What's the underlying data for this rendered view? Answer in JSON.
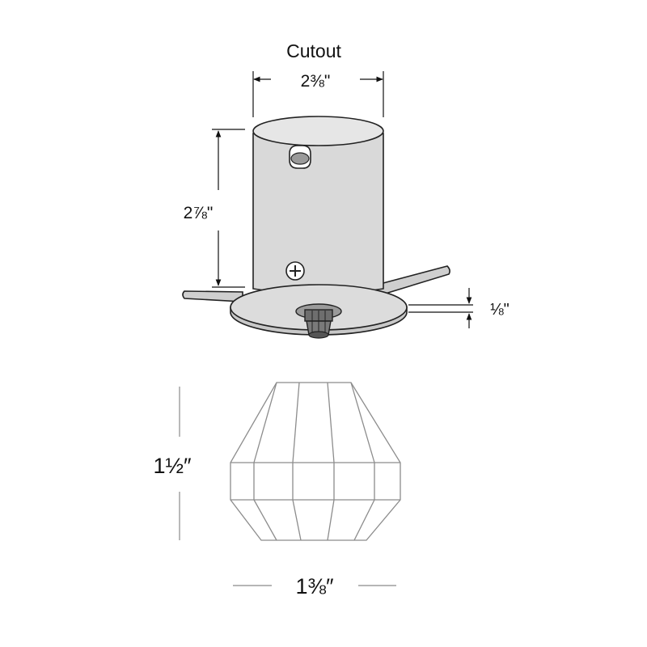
{
  "colors": {
    "housing_fill": "#d9d9d9",
    "housing_top": "#e6e6e6",
    "outline": "#222222",
    "shade_line": "#8c8c8c",
    "dimension_line": "#111111"
  },
  "housing": {
    "cutout_label": "Cutout",
    "cutout_width": "2⅜\"",
    "height": "2⅞\"",
    "flange_thickness": "⅛\""
  },
  "shade": {
    "height": "1½″",
    "width": "1⅜″"
  }
}
